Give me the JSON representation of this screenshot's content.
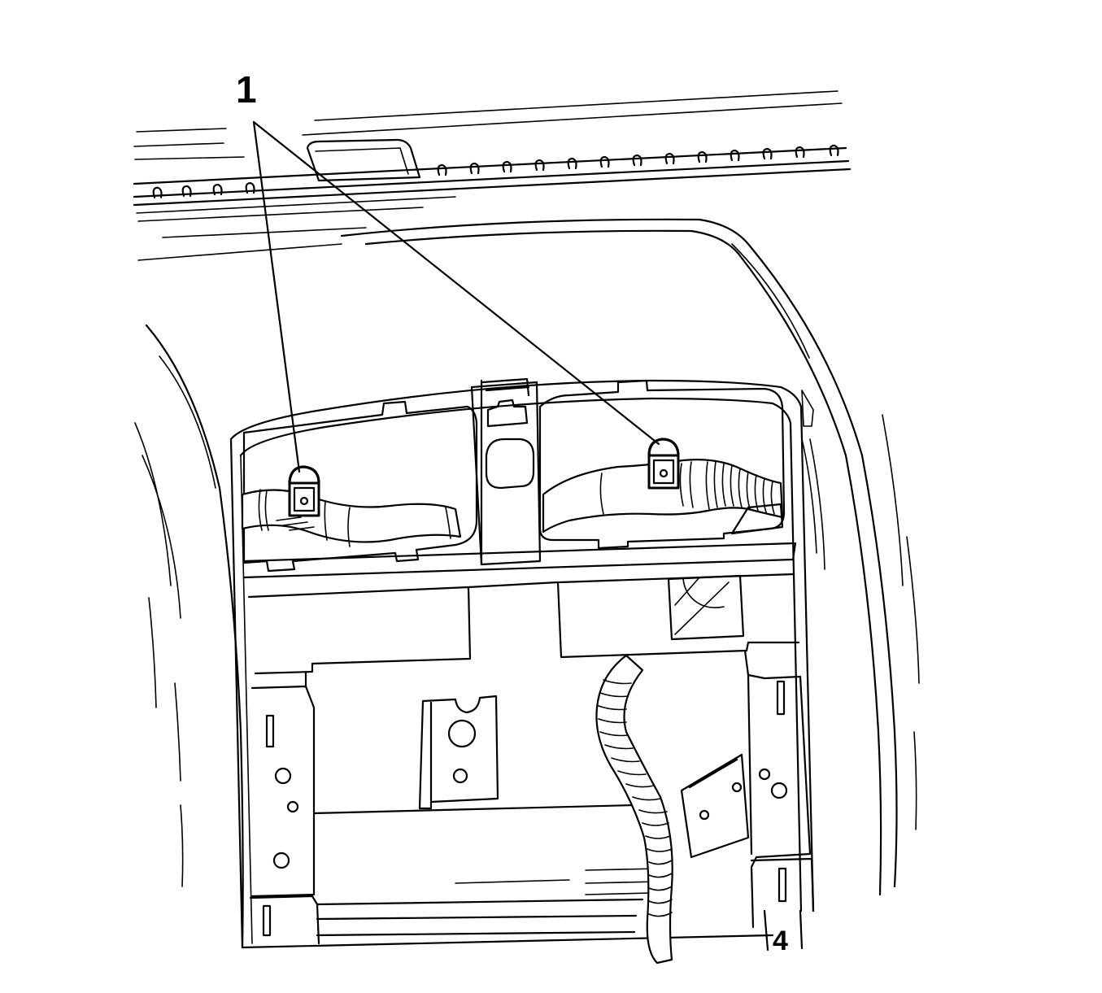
{
  "callout": {
    "number": "1",
    "target_count": 2
  },
  "corner_mark": "4",
  "colors": {
    "line": "#000000",
    "background": "#ffffff"
  }
}
